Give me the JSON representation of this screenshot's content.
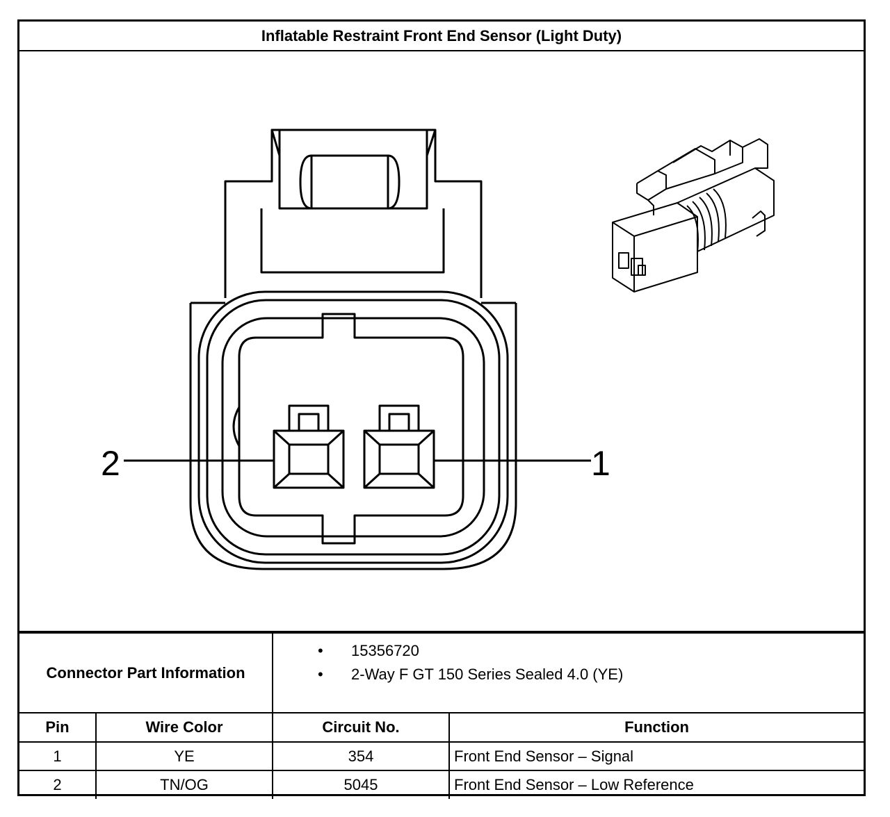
{
  "title": "Inflatable Restraint Front End Sensor (Light Duty)",
  "diagram": {
    "pin_labels": [
      "2",
      "1"
    ]
  },
  "connector_info": {
    "label": "Connector Part Information",
    "items": [
      "15356720",
      "2-Way F GT 150 Series Sealed 4.0 (YE)"
    ]
  },
  "pin_table": {
    "headers": [
      "Pin",
      "Wire Color",
      "Circuit No.",
      "Function"
    ],
    "rows": [
      [
        "1",
        "YE",
        "354",
        "Front End Sensor – Signal"
      ],
      [
        "2",
        "TN/OG",
        "5045",
        "Front End Sensor – Low Reference"
      ]
    ]
  }
}
